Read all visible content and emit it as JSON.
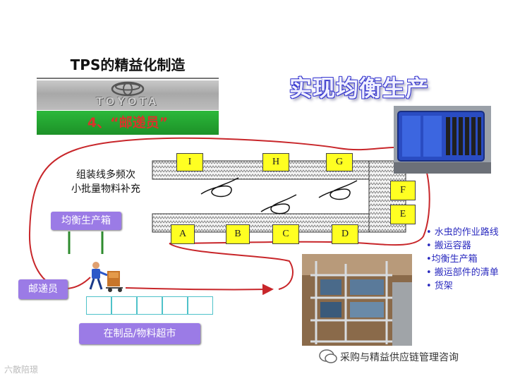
{
  "header": {
    "title": "TPS的精益化制造",
    "logo_text": "TOYOTA",
    "section_label": "4、“邮递员”",
    "main_title": "实现均衡生产"
  },
  "stations": {
    "top": [
      "I",
      "H",
      "G"
    ],
    "right": [
      "F",
      "E"
    ],
    "bottom": [
      "A",
      "B",
      "C",
      "D"
    ]
  },
  "note": {
    "line1": "组装线多频次",
    "line2": "小批量物料补充"
  },
  "labels": {
    "leveling_box": "均衡生产箱",
    "postman": "邮递员",
    "supermarket": "在制品/物料超市"
  },
  "bullets": [
    "• 水虫的作业路线",
    "• 搬运容器",
    "•均衡生产箱",
    "• 搬运部件的清单",
    "• 货架"
  ],
  "watermark": {
    "right": "采购与精益供应链管理咨询",
    "left": "六散陪璟"
  },
  "colors": {
    "route": "#c8262a",
    "station": "#ffff22",
    "label_bg": "#9b7be6",
    "title_green": "#2bb83a"
  }
}
